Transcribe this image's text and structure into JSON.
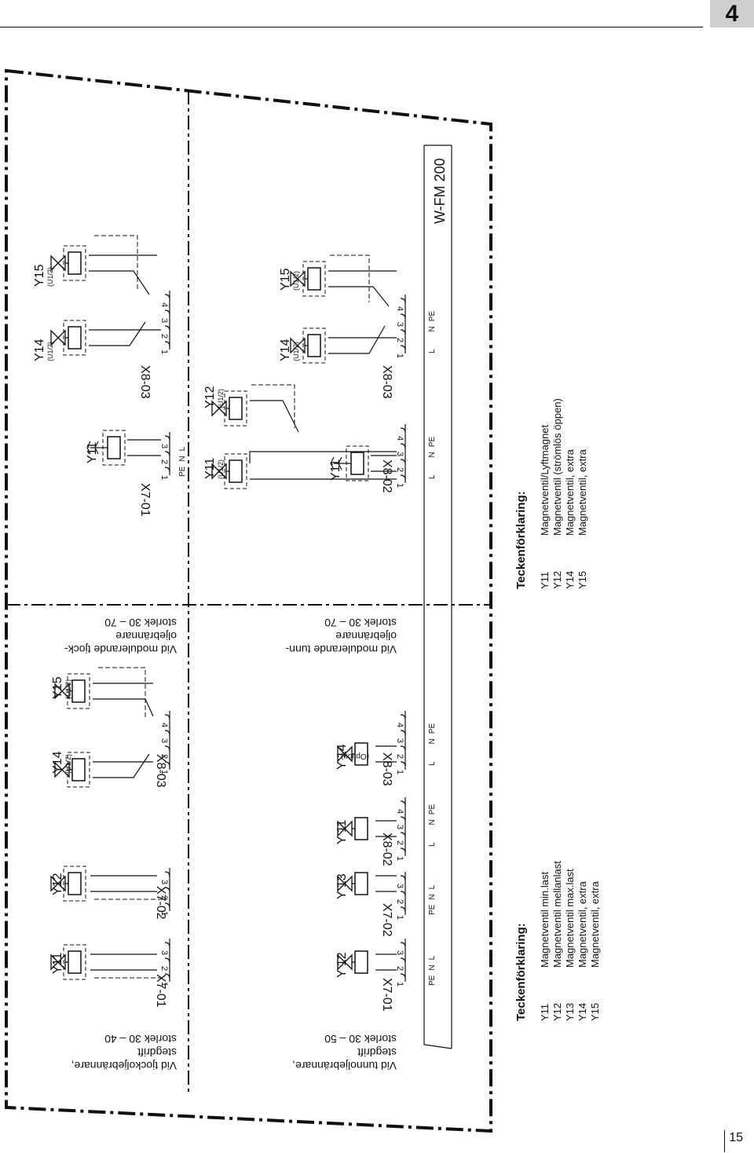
{
  "header": {
    "chapter_number": "4"
  },
  "footer": {
    "page_number": "15"
  },
  "diagram": {
    "bus_label": "W-FM 200",
    "top_left": {
      "caption": [
        "Vid tjockoljebrännare,",
        "stegdrift",
        "storlek 30 – 40"
      ],
      "valves": [
        "Y11",
        "Y12",
        "Y14",
        "Y15"
      ],
      "valve_sub": "(U1/2)",
      "terminals": [
        "X7-01",
        "X7-02",
        "X8-03"
      ]
    },
    "top_right": {
      "caption": [
        "Vid modulerande tjock-",
        "oljebrännare",
        "storlek 30 – 70"
      ],
      "valves": [
        "Y11",
        "Y12",
        "Y11",
        "Y14",
        "Y15"
      ],
      "valve_sub": "(U1/2)",
      "terminals": [
        "X7-01",
        "X8-03"
      ]
    },
    "bottom_left": {
      "caption": [
        "Vid tunnoljebrännare,",
        "stegdrift",
        "storlek 30 – 50"
      ],
      "valves": [
        "Y 12",
        "Y 13",
        "Y 11",
        "Y 14"
      ],
      "option": "(Option)",
      "terminals": [
        "X7-01",
        "X7-02",
        "X8-02",
        "X8-03"
      ]
    },
    "bottom_right": {
      "caption": [
        "Vid modulerande tunn-",
        "oljebrännare",
        "storlek 30 – 70"
      ],
      "valves": [
        "Y11",
        "Y14",
        "Y15"
      ],
      "valve_sub": "(U1/2)",
      "terminals": [
        "X8-02",
        "X8-03"
      ]
    },
    "pins": [
      "1",
      "2",
      "3",
      "4"
    ],
    "pin_labels": {
      "pe": "PE",
      "n": "N",
      "l": "L"
    }
  },
  "legend_left": {
    "title": "Teckenförklaring:",
    "items": [
      {
        "code": "Y11",
        "text": "Magnetventil min.last"
      },
      {
        "code": "Y12",
        "text": "Magnetventil mellanlast"
      },
      {
        "code": "Y13",
        "text": "Magnetventil max.last"
      },
      {
        "code": "Y14",
        "text": "Magnetventil, extra"
      },
      {
        "code": "Y15",
        "text": "Magnetventil, extra"
      }
    ]
  },
  "legend_right": {
    "title": "Teckenförklaring:",
    "items": [
      {
        "code": "Y11",
        "text": "Magnetventil/Lyftmagnet"
      },
      {
        "code": "Y12",
        "text": "Magnetventil (strömlös öppen)"
      },
      {
        "code": "Y14",
        "text": "Magnetventil, extra"
      },
      {
        "code": "Y15",
        "text": "Magnetventil, extra"
      }
    ]
  }
}
